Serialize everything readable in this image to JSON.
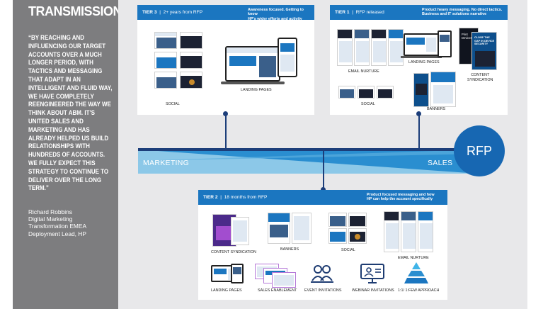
{
  "brand": {
    "logo": "TRANSMISSION",
    "accent": "#e6007e",
    "blue": "#1b76c0"
  },
  "quote": {
    "text": "“BY REACHING AND INFLUENCING OUR TARGET ACCOUNTS OVER A MUCH LONGER PERIOD, WITH TACTICS AND MESSAGING THAT ADAPT IN AN INTELLIGENT AND FLUID WAY, WE HAVE COMPLETELY REENGINEERED THE WAY WE THINK ABOUT ABM. IT’S UNITED SALES AND MARKETING AND HAS ALREADY HELPED US BUILD RELATIONSHIPS WITH HUNDREDS OF ACCOUNTS. WE FULLY EXPECT THIS STRATEGY TO CONTINUE TO DELIVER OVER THE LONG TERM.”",
    "name": "Richard Robbins",
    "role_line1": "Digital Marketing",
    "role_line2": "Transformation EMEA",
    "role_line3": "Deployment Lead, HP"
  },
  "tier3": {
    "label": "TIER 3",
    "timing": "2+ years from RFP",
    "desc_line1": "Awareness focused. Getting to know",
    "desc_line2": "HP's wider efforts and activity",
    "assets": {
      "social": "SOCIAL",
      "landing": "LANDING PAGES"
    }
  },
  "tier1": {
    "label": "TIER 1",
    "timing": "RFP released",
    "desc_line1": "Product heavy messaging. No direct tactics.",
    "desc_line2": "Business and IT solutions narrative",
    "assets": {
      "email": "EMAIL NURTURE",
      "landing": "LANDING PAGES",
      "content": "CONTENT",
      "content2": "SYNDICATION",
      "social": "SOCIAL",
      "banners": "BANNERS"
    },
    "ebook_title": "Print Devices",
    "ebook_sub": "CLOSE THE GAP IN DEVICE SECURITY"
  },
  "tier2": {
    "label": "TIER 2",
    "timing": "18 months from RFP",
    "desc_line1": "Product focused messaging and how",
    "desc_line2": "HP can help the account specifically",
    "assets": {
      "content": "CONTENT SYNDICATION",
      "banners": "BANNERS",
      "social": "SOCIAL",
      "email": "EMAIL NURTURE",
      "landing": "LANDING PAGES",
      "enablement": "SALES ENABLEMENT",
      "events": "EVENT INVITATIONS",
      "webinar": "WEBINAR INVITATIONS",
      "approach": "1:1/ 1:FEW APPROACH"
    }
  },
  "timeline": {
    "marketing": "MARKETING",
    "sales": "SALES",
    "rfp": "RFP"
  }
}
